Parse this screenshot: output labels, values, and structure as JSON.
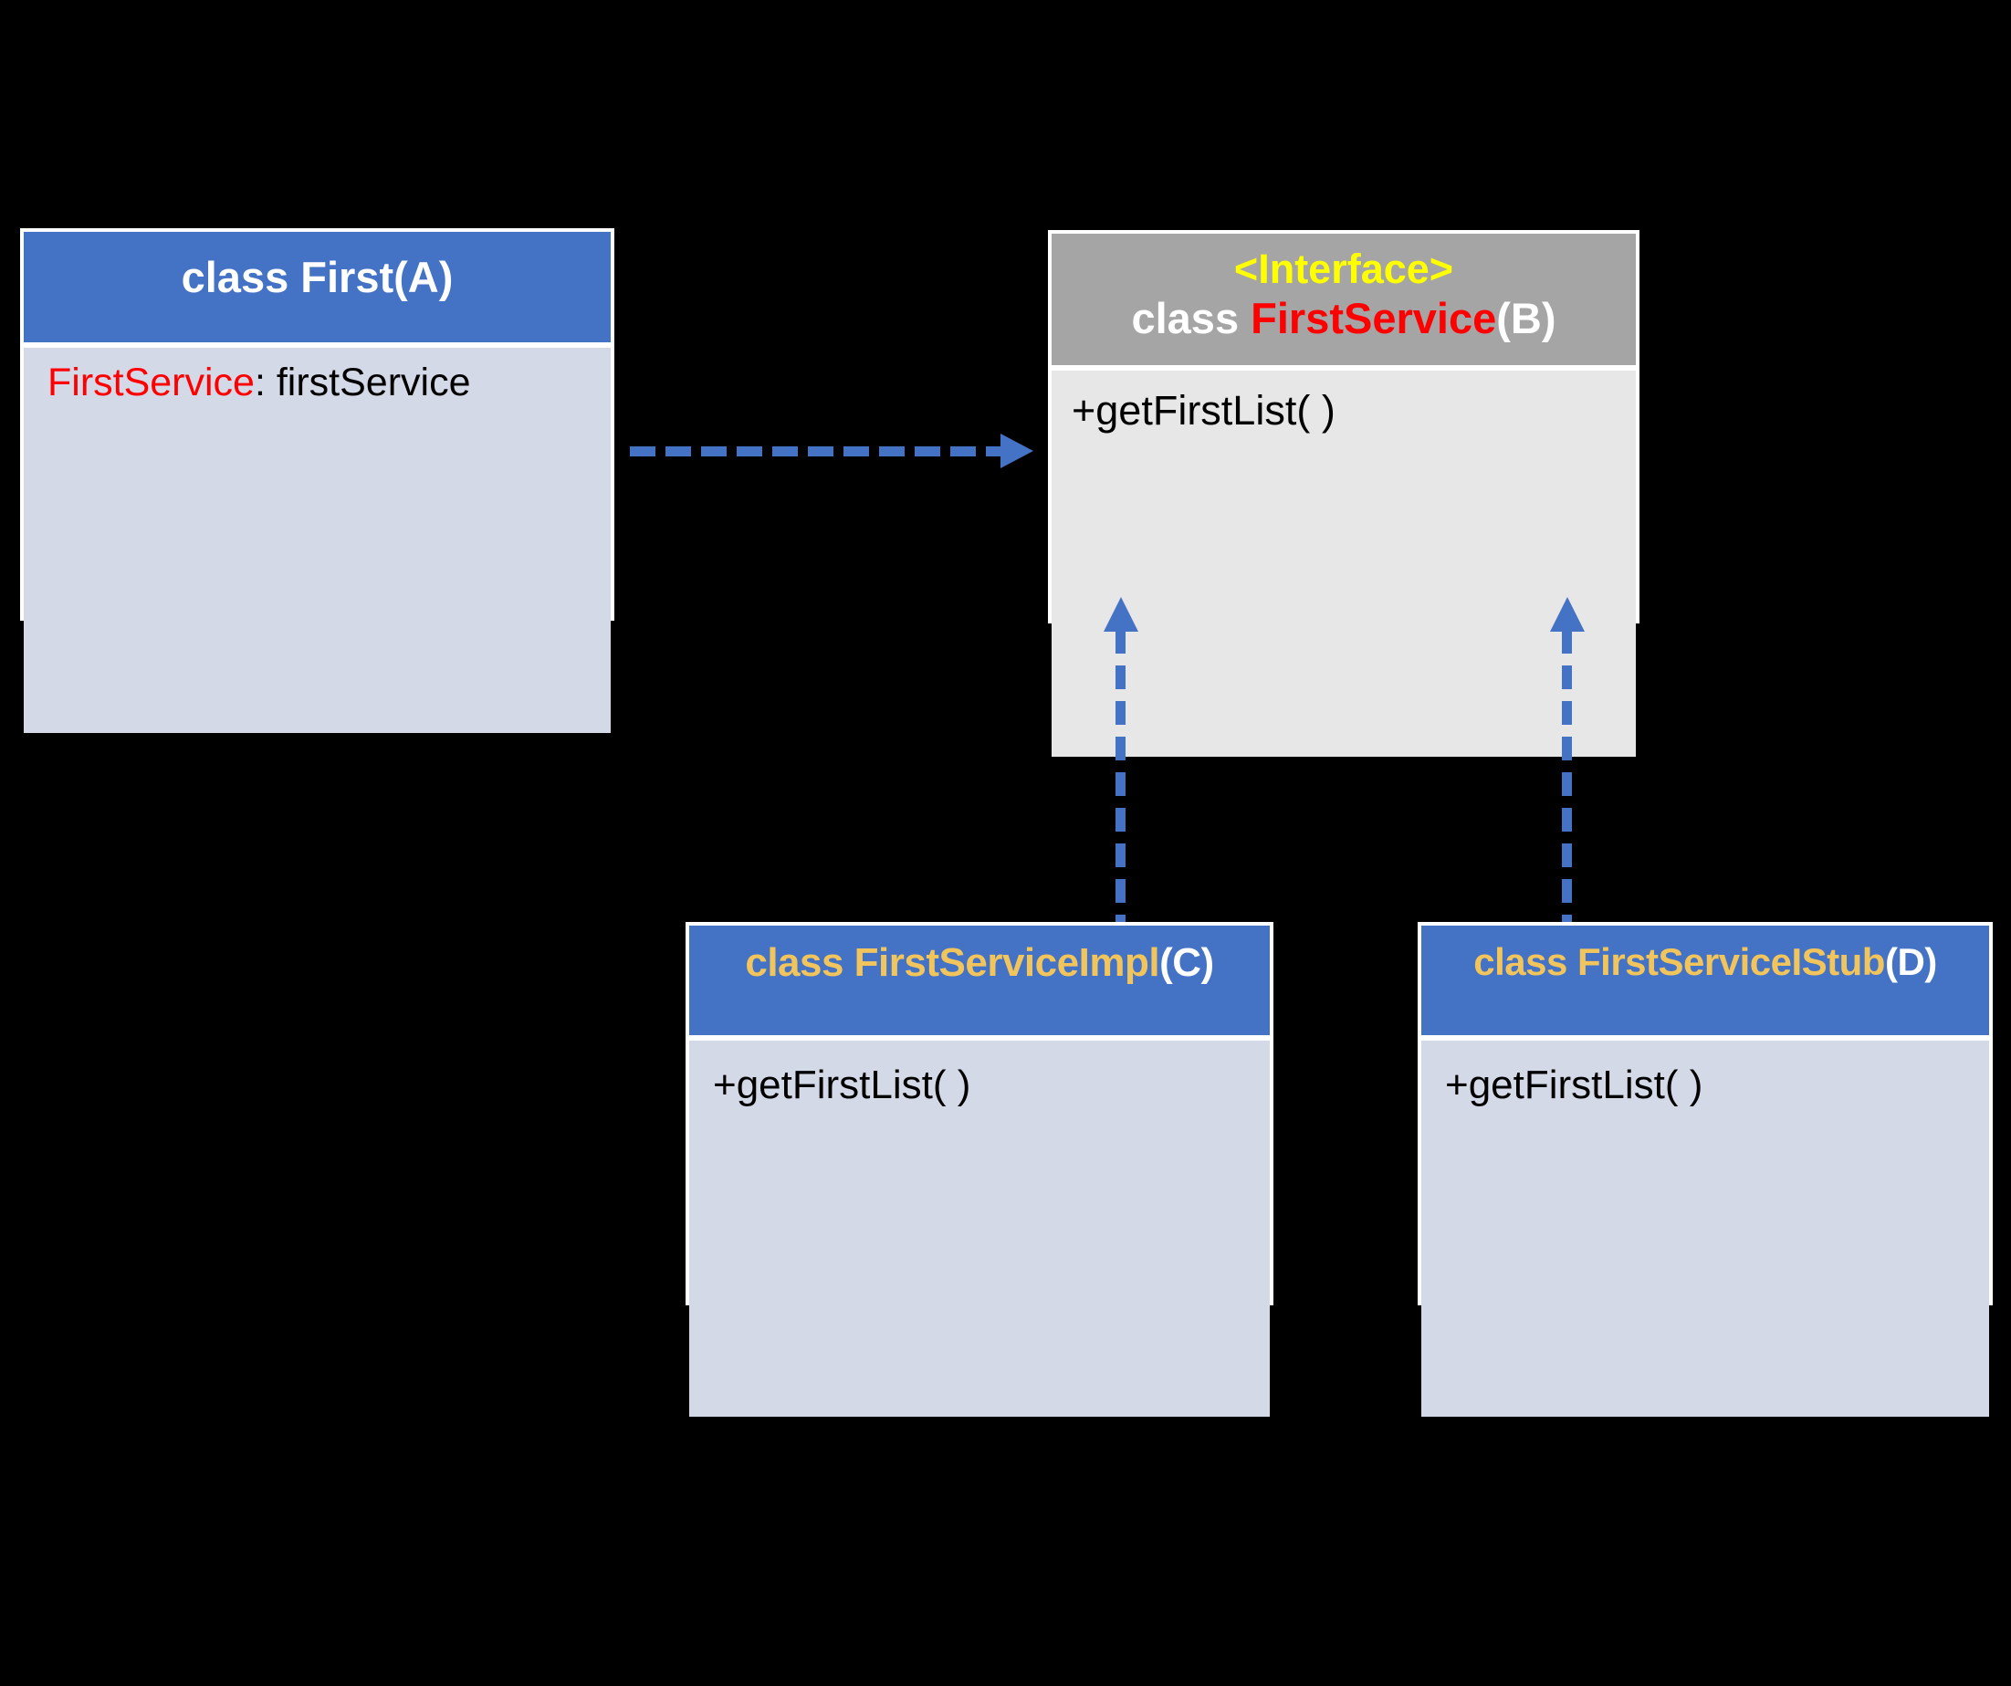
{
  "diagram": {
    "type": "uml-class-diagram",
    "background": "#000000",
    "colors": {
      "header_blue": "#4472C4",
      "header_gray": "#A5A5A5",
      "body_lavender": "#D4D9E8",
      "body_gray": "#E8E7E7",
      "text_white": "#FFFFFF",
      "text_red": "#FF0000",
      "text_yellow": "#FFFF00",
      "text_gold": "#F2C55C",
      "text_black": "#000000",
      "arrow_blue": "#4472C4"
    }
  },
  "boxes": {
    "a": {
      "title": "class First(A)",
      "attr_type": "FirstService",
      "attr_rest": ": firstService"
    },
    "b": {
      "stereotype": "<Interface>",
      "title_class": "class ",
      "title_name": "FirstService",
      "title_suffix": "(B)",
      "method": "+getFirstList( )"
    },
    "c": {
      "title_main": "class FirstServiceImpl",
      "title_suffix": "(C)",
      "method": "+getFirstList( )"
    },
    "d": {
      "title_main": "class FirstServiceIStub",
      "title_suffix": "(D)",
      "method": "+getFirstList( )"
    }
  },
  "arrows": {
    "dependency": {
      "from": "class First(A)",
      "to": "class FirstService(B)",
      "style": "dashed",
      "direction": "right"
    },
    "realization_impl": {
      "from": "class FirstServiceImpl(C)",
      "to": "class FirstService(B)",
      "style": "dashed",
      "direction": "up"
    },
    "realization_stub": {
      "from": "class FirstServiceIStub(D)",
      "to": "class FirstService(B)",
      "style": "dashed",
      "direction": "up"
    }
  }
}
